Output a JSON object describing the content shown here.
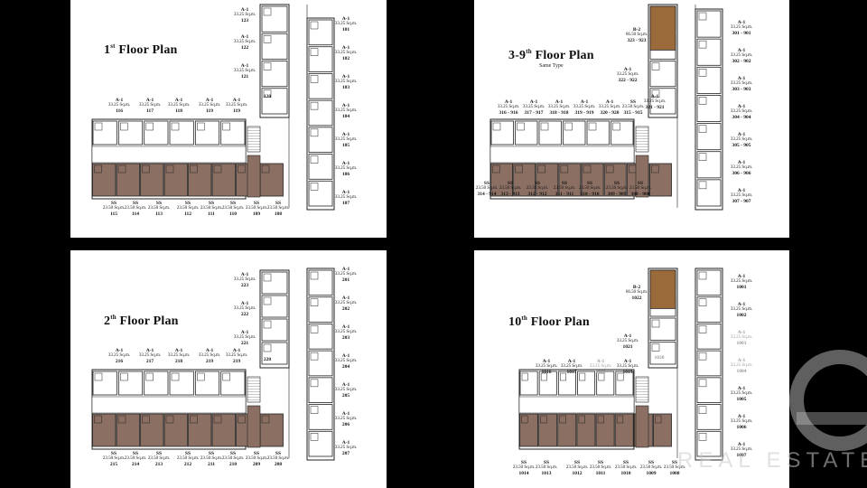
{
  "panels": [
    {
      "title_pre": "1",
      "title_sup": "st",
      "title_post": "Floor Plan",
      "subtitle": "",
      "labels": [
        {
          "type": "A-1",
          "area": "33.25 Sq.m.",
          "num": "123"
        },
        {
          "type": "A-1",
          "area": "33.25 Sq.m.",
          "num": "122"
        },
        {
          "type": "A-1",
          "area": "33.25 Sq.m.",
          "num": "121"
        },
        {
          "type": "",
          "area": "",
          "num": "120"
        },
        {
          "type": "A-1",
          "area": "33.25 Sq.m.",
          "num": "101"
        },
        {
          "type": "A-1",
          "area": "33.25 Sq.m.",
          "num": "102"
        },
        {
          "type": "A-1",
          "area": "33.25 Sq.m.",
          "num": "103"
        },
        {
          "type": "A-1",
          "area": "33.25 Sq.m.",
          "num": "104"
        },
        {
          "type": "A-1",
          "area": "33.25 Sq.m.",
          "num": "105"
        },
        {
          "type": "A-1",
          "area": "33.25 Sq.m.",
          "num": "106"
        },
        {
          "type": "A-1",
          "area": "33.25 Sq.m.",
          "num": "107"
        },
        {
          "type": "A-1",
          "area": "33.25 Sq.m.",
          "num": "116"
        },
        {
          "type": "A-1",
          "area": "33.25 Sq.m.",
          "num": "117"
        },
        {
          "type": "A-1",
          "area": "33.25 Sq.m.",
          "num": "118"
        },
        {
          "type": "A-1",
          "area": "33.25 Sq.m.",
          "num": "119"
        },
        {
          "type": "A-1",
          "area": "33.25 Sq.m.",
          "num": "119"
        },
        {
          "type": "SS",
          "area": "23.50 Sq.m.",
          "num": "115"
        },
        {
          "type": "SS",
          "area": "23.50 Sq.m.",
          "num": "114"
        },
        {
          "type": "SS",
          "area": "23.50 Sq.m.",
          "num": "113"
        },
        {
          "type": "SS",
          "area": "23.50 Sq.m.",
          "num": "112"
        },
        {
          "type": "SS",
          "area": "23.50 Sq.m.",
          "num": "111"
        },
        {
          "type": "SS",
          "area": "23.50 Sq.m.",
          "num": "110"
        },
        {
          "type": "SS",
          "area": "23.50 Sq.m.",
          "num": "109"
        },
        {
          "type": "SS",
          "area": "23.50 Sq.m.",
          "num": "108"
        }
      ]
    },
    {
      "title_pre": "3-9",
      "title_sup": "th",
      "title_post": "Floor Plan",
      "subtitle": "Same Type",
      "labels": [
        {
          "type": "B-2",
          "area": "66.50 Sq.m.",
          "num": "323 - 923"
        },
        {
          "type": "A-1",
          "area": "33.25 Sq.m.",
          "num": "322 - 922"
        },
        {
          "type": "A-1",
          "area": "33.25 Sq.m.",
          "num": "321 - 921"
        },
        {
          "type": "A-1",
          "area": "33.25 Sq.m.",
          "num": "301 - 901"
        },
        {
          "type": "A-1",
          "area": "33.25 Sq.m.",
          "num": "302 - 902"
        },
        {
          "type": "A-1",
          "area": "33.25 Sq.m.",
          "num": "303 - 903"
        },
        {
          "type": "A-1",
          "area": "33.25 Sq.m.",
          "num": "304 - 904"
        },
        {
          "type": "A-1",
          "area": "33.25 Sq.m.",
          "num": "305 - 905"
        },
        {
          "type": "A-1",
          "area": "33.25 Sq.m.",
          "num": "306 - 906"
        },
        {
          "type": "A-1",
          "area": "33.25 Sq.m.",
          "num": "307 - 907"
        },
        {
          "type": "A-1",
          "area": "33.25 Sq.m.",
          "num": "316 - 916"
        },
        {
          "type": "A-1",
          "area": "33.25 Sq.m.",
          "num": "317 - 917"
        },
        {
          "type": "A-1",
          "area": "33.25 Sq.m.",
          "num": "318 - 918"
        },
        {
          "type": "A-1",
          "area": "33.25 Sq.m.",
          "num": "319 - 919"
        },
        {
          "type": "A-1",
          "area": "33.25 Sq.m.",
          "num": "320 - 920"
        },
        {
          "type": "SS",
          "area": "23.50 Sq.m.",
          "num": "315 - 915"
        },
        {
          "type": "SS",
          "area": "23.50 Sq.m.",
          "num": "314 - 914"
        },
        {
          "type": "SS",
          "area": "23.50 Sq.m.",
          "num": "313 - 913"
        },
        {
          "type": "SS",
          "area": "23.50 Sq.m.",
          "num": "312 - 912"
        },
        {
          "type": "SS",
          "area": "23.50 Sq.m.",
          "num": "311 - 911"
        },
        {
          "type": "SS",
          "area": "23.50 Sq.m.",
          "num": "310 - 910"
        },
        {
          "type": "SS",
          "area": "23.50 Sq.m.",
          "num": "309 - 909"
        },
        {
          "type": "SS",
          "area": "23.50 Sq.m.",
          "num": "308 - 908"
        }
      ]
    },
    {
      "title_pre": "2",
      "title_sup": "th",
      "title_post": "Floor Plan",
      "subtitle": "",
      "labels": [
        {
          "type": "A-1",
          "area": "33.25 Sq.m.",
          "num": "223"
        },
        {
          "type": "A-1",
          "area": "33.25 Sq.m.",
          "num": "222"
        },
        {
          "type": "A-1",
          "area": "33.25 Sq.m.",
          "num": "221"
        },
        {
          "type": "",
          "area": "",
          "num": "220"
        },
        {
          "type": "A-1",
          "area": "33.25 Sq.m.",
          "num": "201"
        },
        {
          "type": "A-1",
          "area": "33.25 Sq.m.",
          "num": "202"
        },
        {
          "type": "A-1",
          "area": "33.25 Sq.m.",
          "num": "203"
        },
        {
          "type": "A-1",
          "area": "33.25 Sq.m.",
          "num": "204"
        },
        {
          "type": "A-1",
          "area": "33.25 Sq.m.",
          "num": "205"
        },
        {
          "type": "A-1",
          "area": "33.25 Sq.m.",
          "num": "206"
        },
        {
          "type": "A-1",
          "area": "33.25 Sq.m.",
          "num": "207"
        },
        {
          "type": "A-1",
          "area": "33.25 Sq.m.",
          "num": "216"
        },
        {
          "type": "A-1",
          "area": "33.25 Sq.m.",
          "num": "217"
        },
        {
          "type": "A-1",
          "area": "33.25 Sq.m.",
          "num": "218"
        },
        {
          "type": "A-1",
          "area": "33.25 Sq.m.",
          "num": "219"
        },
        {
          "type": "A-1",
          "area": "33.25 Sq.m.",
          "num": "219"
        },
        {
          "type": "SS",
          "area": "23.50 Sq.m.",
          "num": "215"
        },
        {
          "type": "SS",
          "area": "23.50 Sq.m.",
          "num": "214"
        },
        {
          "type": "SS",
          "area": "23.50 Sq.m.",
          "num": "213"
        },
        {
          "type": "SS",
          "area": "23.50 Sq.m.",
          "num": "212"
        },
        {
          "type": "SS",
          "area": "23.50 Sq.m.",
          "num": "211"
        },
        {
          "type": "SS",
          "area": "23.50 Sq.m.",
          "num": "210"
        },
        {
          "type": "SS",
          "area": "23.50 Sq.m.",
          "num": "209"
        },
        {
          "type": "SS",
          "area": "23.50 Sq.m.",
          "num": "208"
        }
      ]
    },
    {
      "title_pre": "10",
      "title_sup": "th",
      "title_post": "Floor Plan",
      "subtitle": "",
      "labels": [
        {
          "type": "B-2",
          "area": "66.50 Sq.m.",
          "num": "1022"
        },
        {
          "type": "A-1",
          "area": "33.25 Sq.m.",
          "num": "1021"
        },
        {
          "type": "",
          "area": "",
          "num": "1020"
        },
        {
          "type": "A-1",
          "area": "33.25 Sq.m.",
          "num": "1001"
        },
        {
          "type": "A-1",
          "area": "33.25 Sq.m.",
          "num": "1002"
        },
        {
          "type": "A-1",
          "area": "33.25 Sq.m.",
          "num": "1003"
        },
        {
          "type": "A-1",
          "area": "33.25 Sq.m.",
          "num": "1004"
        },
        {
          "type": "A-1",
          "area": "33.25 Sq.m.",
          "num": "1005"
        },
        {
          "type": "A-1",
          "area": "33.25 Sq.m.",
          "num": "1006"
        },
        {
          "type": "A-1",
          "area": "33.25 Sq.m.",
          "num": "1007"
        },
        {
          "type": "A-1",
          "area": "33.25 Sq.m.",
          "num": "1016"
        },
        {
          "type": "A-1",
          "area": "33.25 Sq.m.",
          "num": "1017"
        },
        {
          "type": "A-1",
          "area": "33.25 Sq.m.",
          "num": "1018"
        },
        {
          "type": "A-1",
          "area": "33.25 Sq.m.",
          "num": "1019"
        },
        {
          "type": "SS",
          "area": "23.50 Sq.m.",
          "num": "1014"
        },
        {
          "type": "SS",
          "area": "23.50 Sq.m.",
          "num": "1013"
        },
        {
          "type": "SS",
          "area": "23.50 Sq.m.",
          "num": "1012"
        },
        {
          "type": "SS",
          "area": "23.50 Sq.m.",
          "num": "1011"
        },
        {
          "type": "SS",
          "area": "23.50 Sq.m.",
          "num": "1010"
        },
        {
          "type": "SS",
          "area": "23.50 Sq.m.",
          "num": "1009"
        },
        {
          "type": "SS",
          "area": "23.50 Sq.m.",
          "num": "1008"
        }
      ]
    }
  ],
  "watermark": {
    "text": "REAL ESTATE"
  },
  "colors": {
    "unit_fill": "#8b6f63",
    "highlight_fill": "#9a6a3a",
    "line": "#222222",
    "background": "#000000"
  }
}
